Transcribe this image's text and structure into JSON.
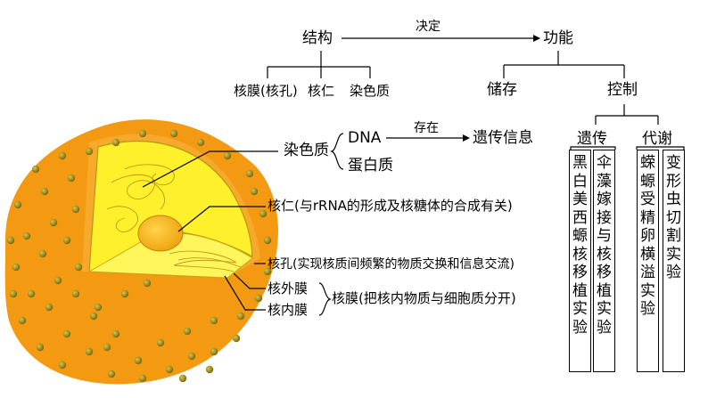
{
  "top": {
    "structure": "结构",
    "determines": "决定",
    "function": "功能",
    "components": [
      "核膜(核孔)",
      "核仁",
      "染色质"
    ],
    "storage": "储存",
    "control": "控制",
    "heredity": "遗传",
    "metabolism": "代谢"
  },
  "middle": {
    "chromatin": "染色质",
    "dna": "DNA",
    "exists_in": "存在",
    "genetic_info": "遗传信息",
    "protein": "蛋白质"
  },
  "cell_labels": {
    "nucleolus": "核仁(与rRNA的形成及核糖体的合成有关)",
    "pore": "核孔(实现核质间频繁的物质交换和信息交流)",
    "outer_membrane": "核外膜",
    "inner_membrane": "核内膜",
    "envelope": "核膜(把核内物质与细胞质分开)"
  },
  "experiments": [
    "黑白美西螈核移植实验",
    "伞藻嫁接与核移植实验",
    "蝾螈受精卵横溢实验",
    "变形虫切割实验"
  ],
  "colors": {
    "cytoplasm": "#F39A12",
    "granule": "#9C8B1E",
    "nucleus_wedge": "#FEF02A",
    "nucleolus": "#F7B81E",
    "line": "#000000"
  }
}
